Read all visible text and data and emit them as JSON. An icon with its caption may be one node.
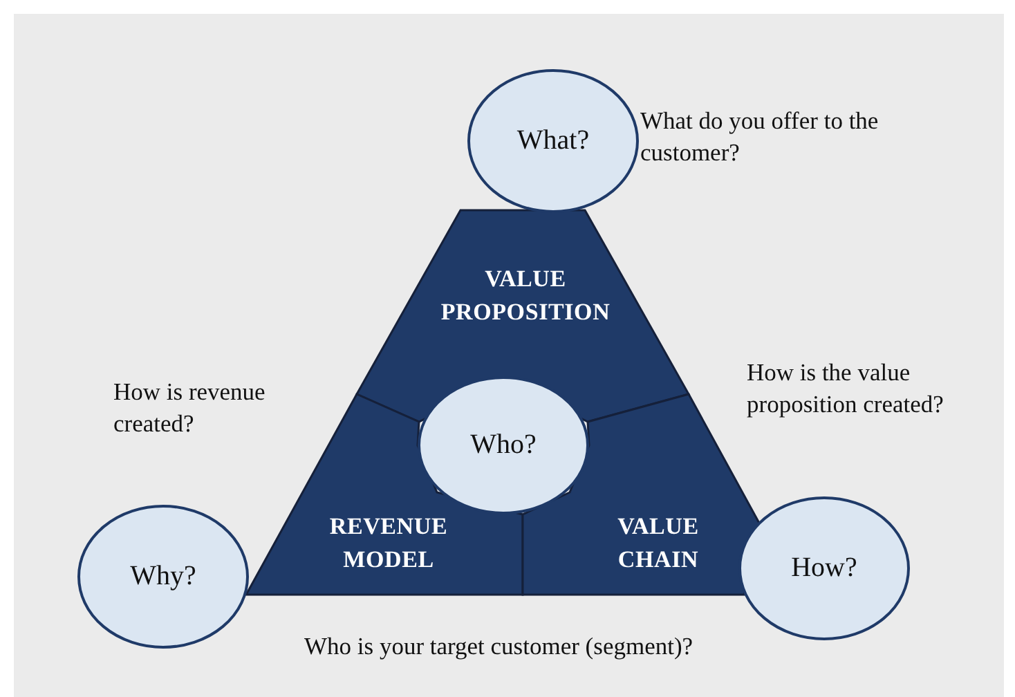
{
  "diagram": {
    "nodes": [
      {
        "text": [
          "VALUE PROPOSITION"
        ]
      },
      {
        "text": [
          "REVENUE MODEL"
        ]
      },
      {
        "text": [
          "VALUE CHAIN"
        ]
      },
      {
        "text": [
          "What?"
        ]
      },
      {
        "text": [
          "Who?"
        ]
      },
      {
        "text": [
          "Why?"
        ]
      },
      {
        "text": [
          "How?"
        ]
      }
    ],
    "labels": [
      "What do you offer to the customer?",
      "How is revenue created?",
      "How is the value proposition created?",
      "Who is your target customer (segment)?"
    ]
  }
}
